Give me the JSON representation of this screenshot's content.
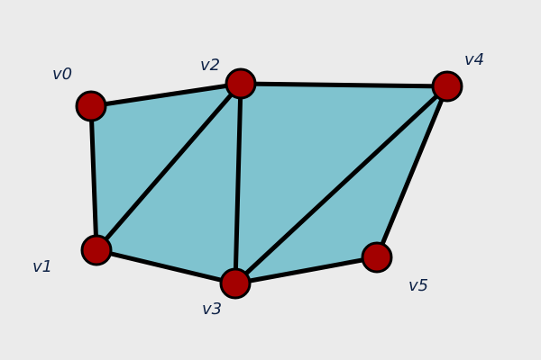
{
  "diagram": {
    "colors": {
      "background": "#ebebeb",
      "face_fill": "#7fc3cf",
      "edge_stroke": "#000000",
      "vertex_fill": "#a30000",
      "label_color": "#0f2347"
    },
    "vertices": [
      {
        "id": "v0",
        "label": "v0"
      },
      {
        "id": "v1",
        "label": "v1"
      },
      {
        "id": "v2",
        "label": "v2"
      },
      {
        "id": "v3",
        "label": "v3"
      },
      {
        "id": "v4",
        "label": "v4"
      },
      {
        "id": "v5",
        "label": "v5"
      }
    ],
    "triangles": [
      [
        "v0",
        "v1",
        "v2"
      ],
      [
        "v1",
        "v2",
        "v3"
      ],
      [
        "v2",
        "v3",
        "v4"
      ],
      [
        "v3",
        "v4",
        "v5"
      ]
    ],
    "edges": [
      [
        "v0",
        "v1"
      ],
      [
        "v0",
        "v2"
      ],
      [
        "v1",
        "v2"
      ],
      [
        "v1",
        "v3"
      ],
      [
        "v2",
        "v3"
      ],
      [
        "v2",
        "v4"
      ],
      [
        "v3",
        "v4"
      ],
      [
        "v3",
        "v5"
      ],
      [
        "v4",
        "v5"
      ]
    ]
  }
}
